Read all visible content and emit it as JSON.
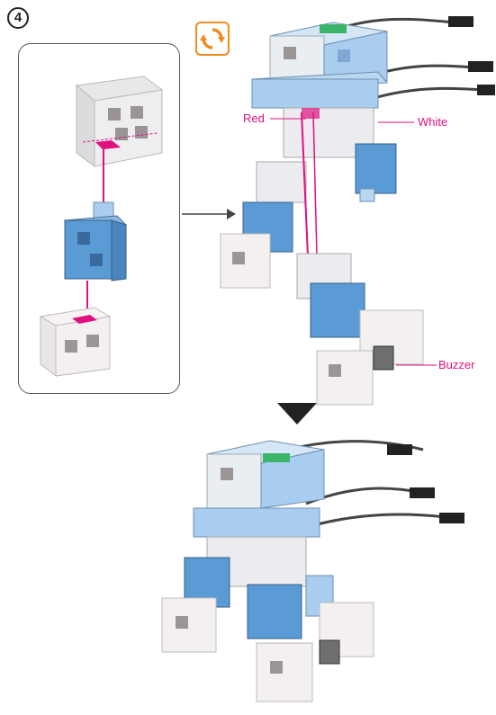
{
  "step": {
    "number": "4"
  },
  "icons": {
    "rotate": "rotate-icon",
    "arrow": "arrow-right-icon",
    "down": "down-triangle-icon"
  },
  "labels": {
    "red": "Red",
    "white": "White",
    "buzzer": "Buzzer"
  },
  "colors": {
    "accent": "#e0117f",
    "orange": "#f08c1e",
    "blue": "#5b9bd5",
    "lightblue": "#a9cdef",
    "white_block": "#f4f0f0",
    "gray_mark": "#9c9595"
  }
}
